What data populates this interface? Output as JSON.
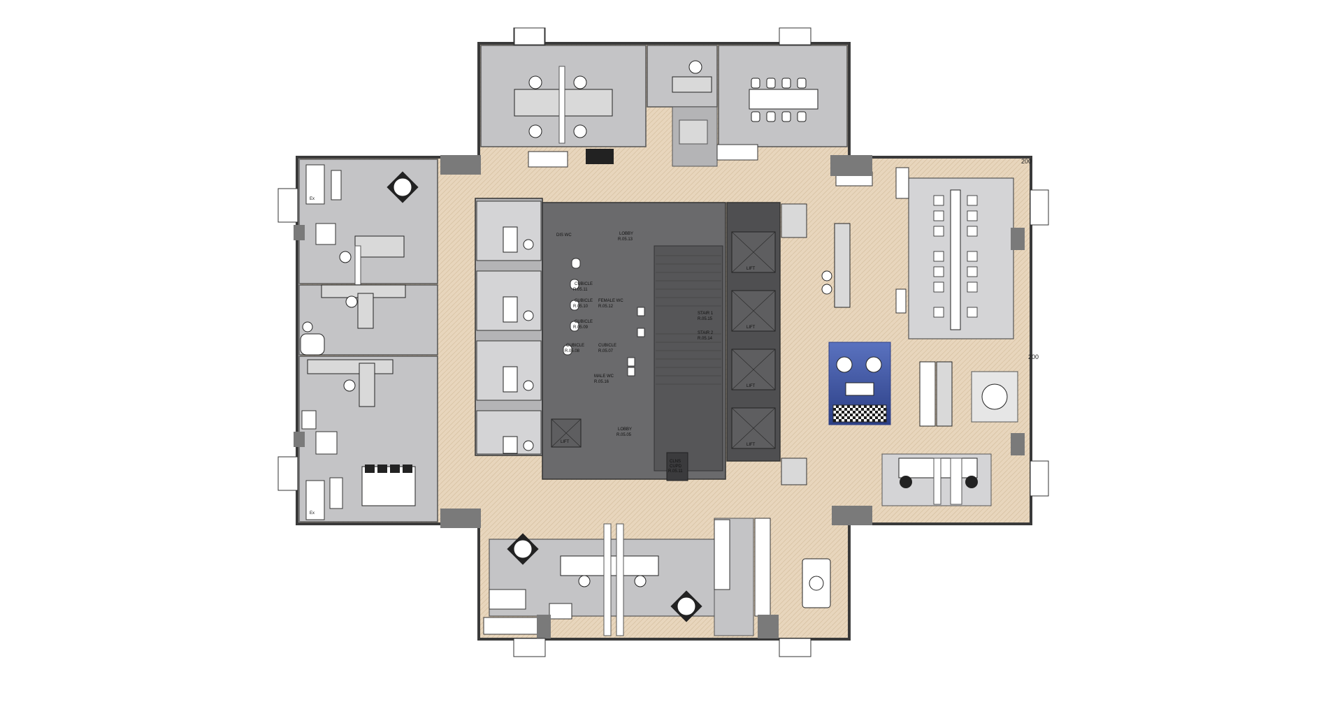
{
  "core": {
    "dis_wc": "DIS WC",
    "lobby_top": "LOBBY",
    "lobby_top_ref": "R.05.13",
    "cubicle_1": "CUBICLE",
    "cubicle_1_ref": "R.05.11",
    "cubicle_2": "CUBICLE",
    "cubicle_2_ref": "R.05.10",
    "female_wc": "FEMALE WC",
    "female_wc_ref": "R.05.12",
    "cubicle_3": "CUBICLE",
    "cubicle_3_ref": "R.05.09",
    "cubicle_4": "CUBICLE",
    "cubicle_4_ref": "R.05.08",
    "cubicle_5": "CUBICLE",
    "cubicle_5_ref": "R.05.07",
    "male_wc": "MALE WC",
    "male_wc_ref": "R.05.16",
    "lobby_bottom": "LOBBY",
    "lobby_bottom_ref": "R.05.05",
    "stair_1": "STAIR 1",
    "stair_1_ref": "R.05.15",
    "stair_2": "STAIR 2",
    "stair_2_ref": "R.05.14",
    "clns_cupd": "CLNS",
    "clns_cupd_2": "CUPD",
    "clns_cupd_ref": "R.05.11",
    "lift": "LIFT"
  },
  "dimensions": {
    "dim_top": "200",
    "dim_right": "200"
  },
  "fire_ext": "Ex",
  "colors": {
    "floor": "#e8d6bd",
    "office": "#c4c4c6",
    "office_dark": "#a9a9ab",
    "core": "#6a6a6c",
    "core_dark": "#4f4f51",
    "wall": "#3a3a3a",
    "lounge": "#3f59a6"
  }
}
